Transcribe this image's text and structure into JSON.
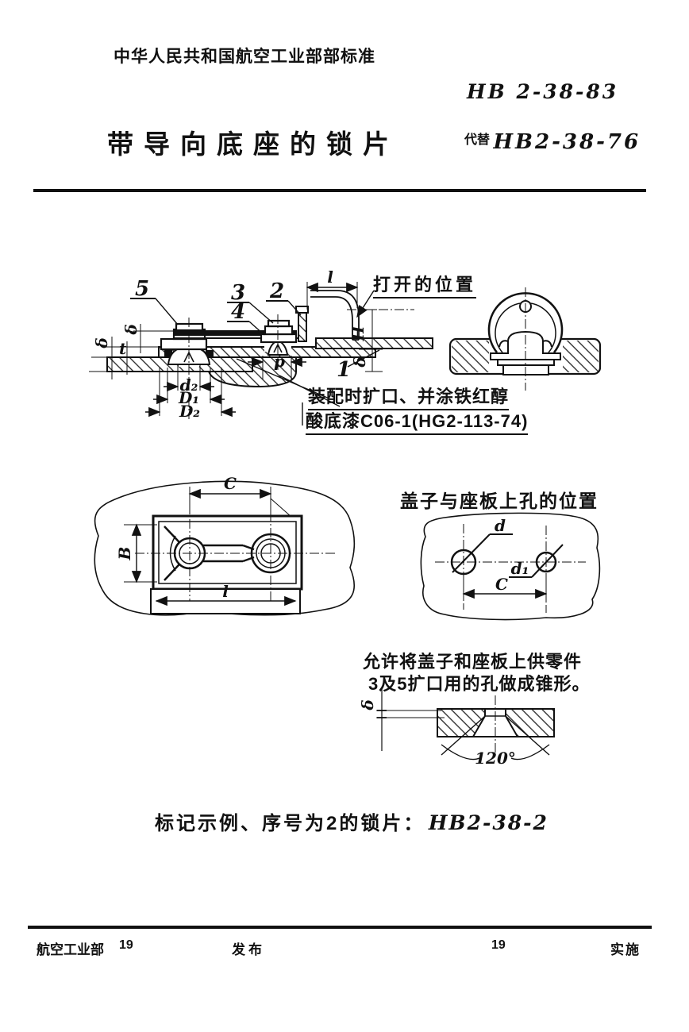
{
  "header": {
    "org_line": "中华人民共和国航空工业部部标准",
    "standard_no": "HB 2-38-83",
    "title": "带导向底座的锁片",
    "replaces_label": "代替",
    "replaces_no": "HB2-38-76"
  },
  "fig_section": {
    "part_labels": {
      "p5": "5",
      "p3": "3",
      "p4": "4",
      "p2": "2",
      "p1": "1"
    },
    "dims": {
      "l": "l",
      "H": "H",
      "delta_right": "δ",
      "delta_left_outer": "δ",
      "t": "t",
      "delta_left_inner": "δ",
      "d2": "d₂",
      "D1": "D₁",
      "D2": "D₂",
      "p": "p"
    },
    "open_position": "打开的位置",
    "note_line1": "装配时扩口、并涂铁红醇",
    "note_line2": "酸底漆C06-1(HG2-113-74)"
  },
  "fig_plan": {
    "dims": {
      "C": "C",
      "B": "B",
      "L": "l"
    }
  },
  "fig_holes": {
    "title": "盖子与座板上孔的位置",
    "dims": {
      "d": "d",
      "d1": "d₁",
      "C": "C"
    }
  },
  "fig_cone": {
    "note_line1": "允许将盖子和座板上供零件",
    "note_line2": "3及5扩口用的孔做成锥形。",
    "dims": {
      "delta": "δ",
      "angle": "120°"
    }
  },
  "marking": {
    "prefix": "标记示例、序号为2的锁片：",
    "code": "HB2-38-2"
  },
  "footer": {
    "dept": "航空工业部",
    "year_left": "19",
    "publish": "发布",
    "year_right": "19",
    "implement": "实施"
  }
}
